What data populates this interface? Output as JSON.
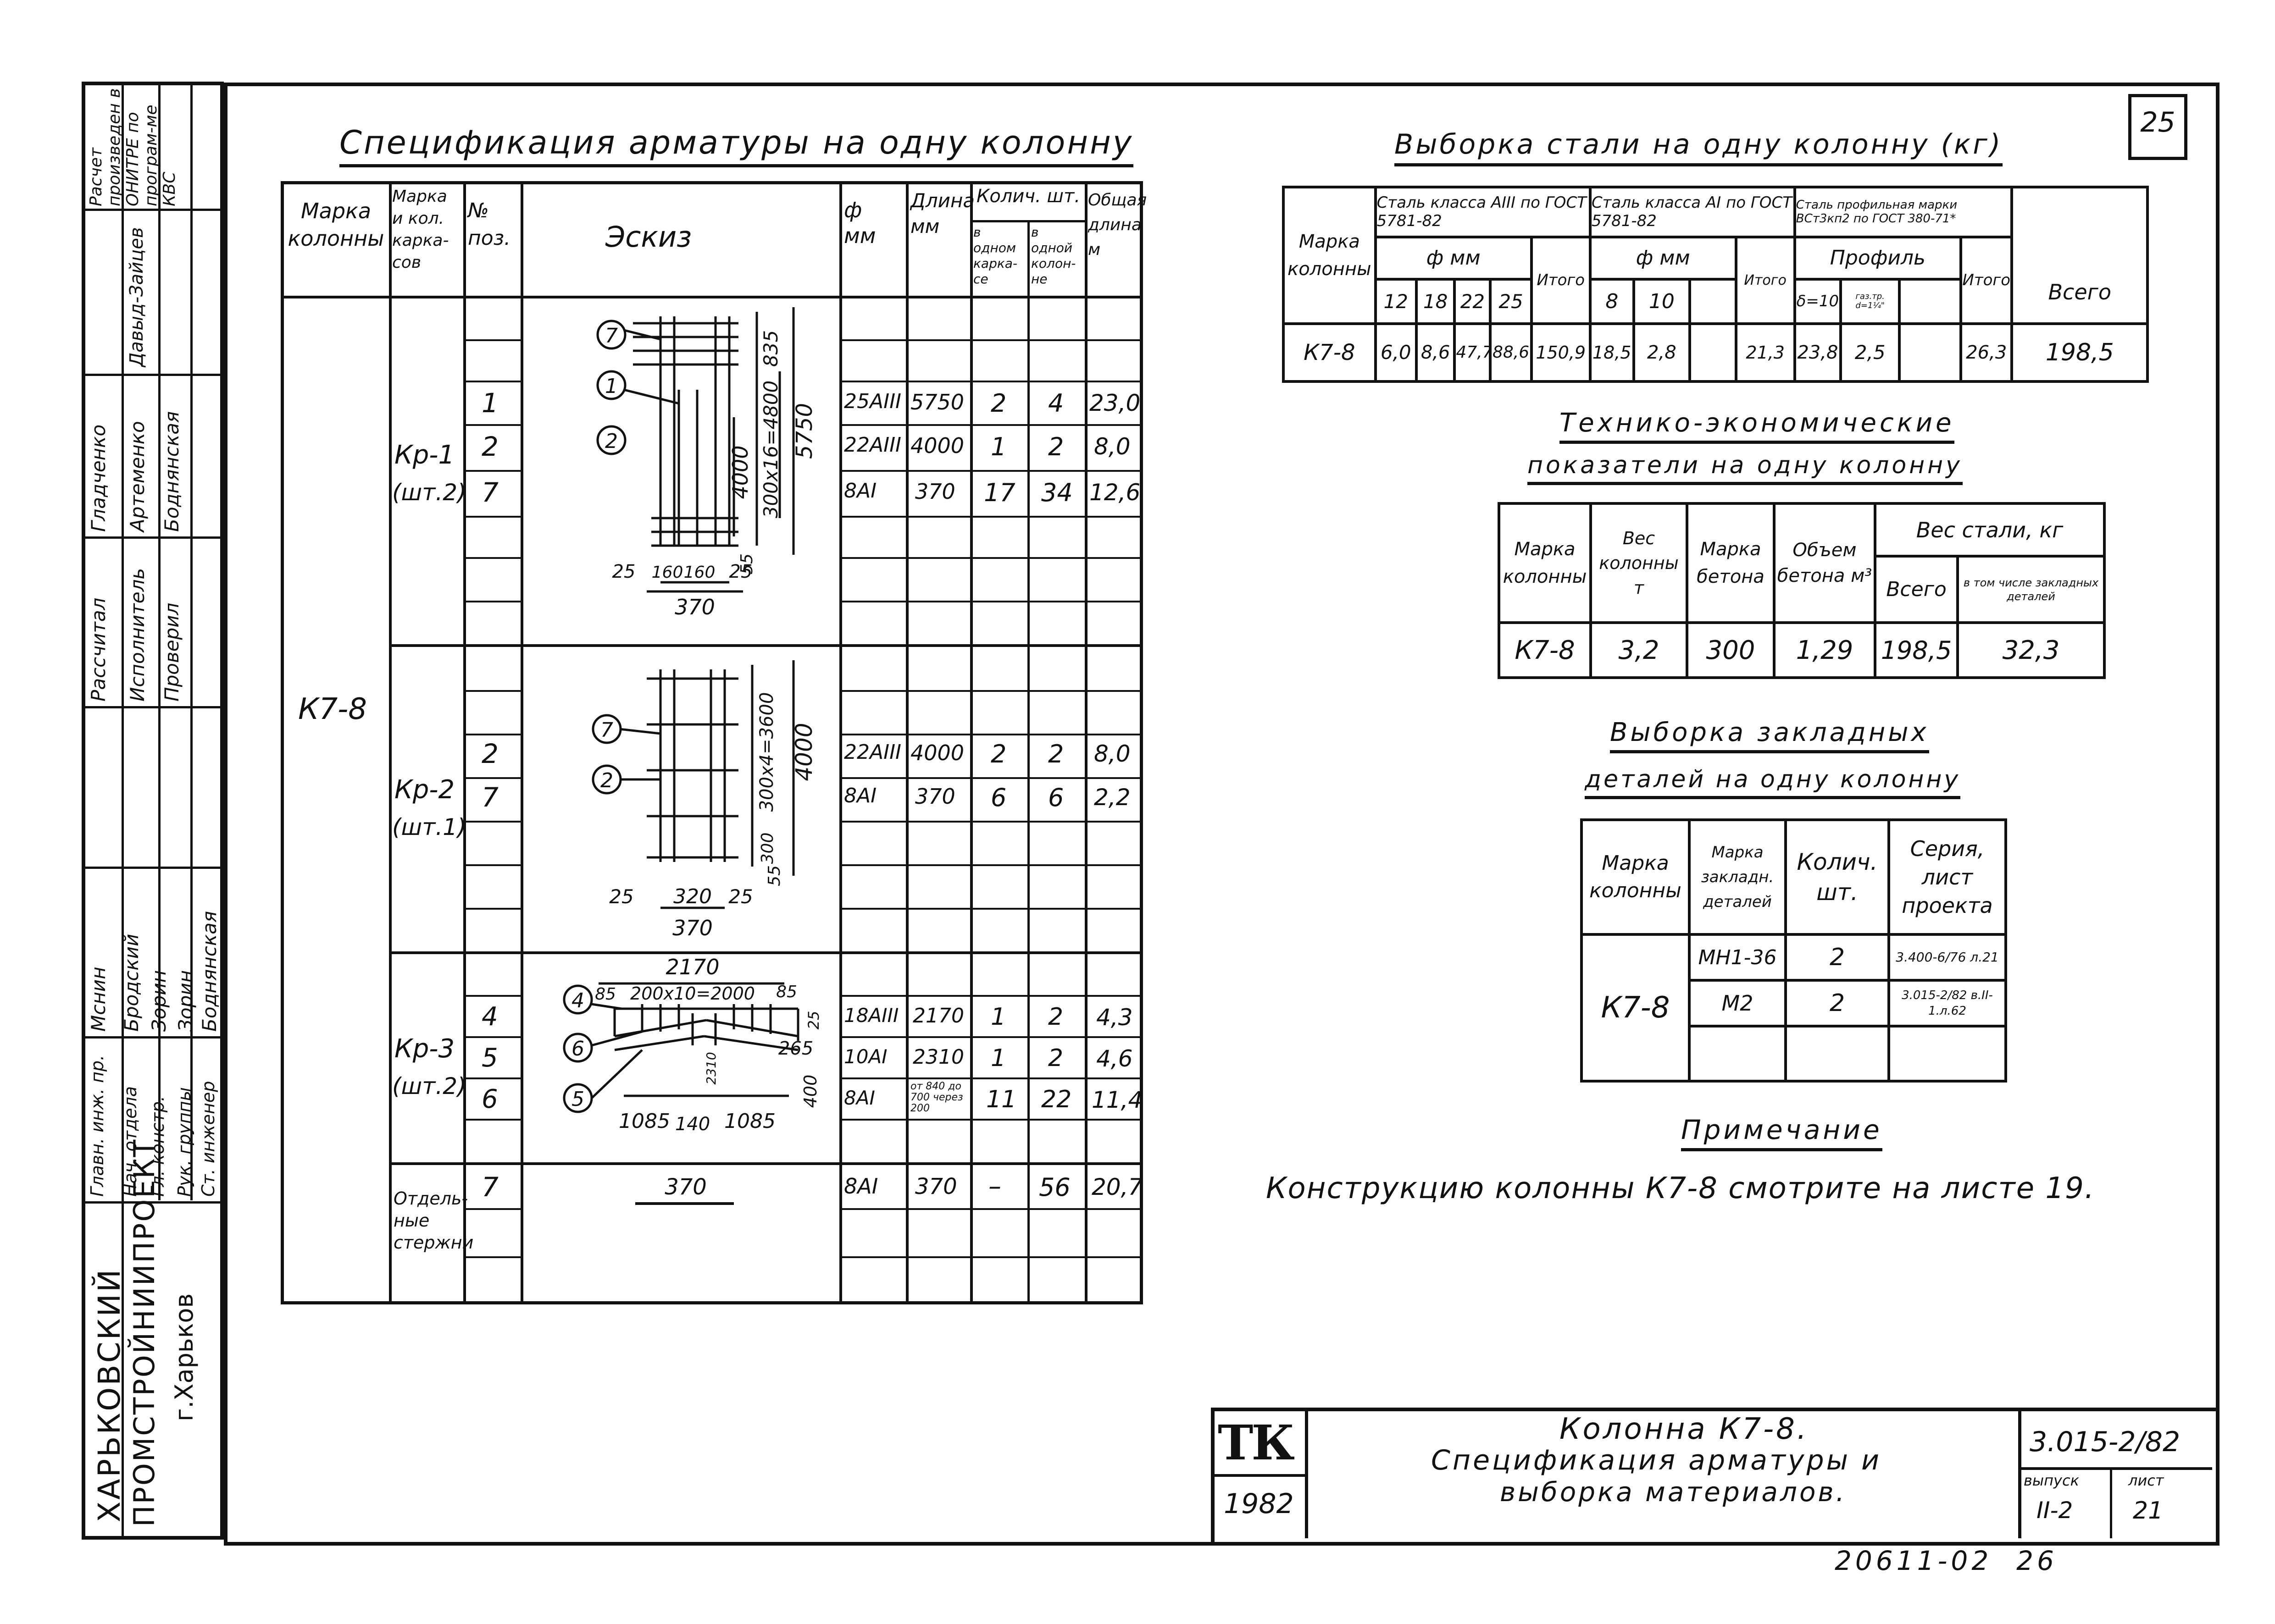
{
  "sheet_number": "25",
  "bottom_code": "20611-02  26",
  "spec": {
    "title": "Спецификация арматуры на одну колонну",
    "headers": {
      "marka_kolonny": "Марка колонны",
      "marka_karkasov": "Марка и кол. карка-сов",
      "pos": "№ поз.",
      "eskiz": "Эскиз",
      "diam": "ф мм",
      "length": "Длина мм",
      "qty": "Колич. шт.",
      "qty_frame": "в одном карка-се",
      "qty_col": "в одной колон-не",
      "total_len": "Общая длина м"
    },
    "column_mark": "К7-8",
    "groups": [
      {
        "mark": "Кр-1",
        "count": "(шт.2)",
        "rows": [
          {
            "pos": "1",
            "diam": "25АIII",
            "len": "5750",
            "qf": "2",
            "qc": "4",
            "tot": "23,0"
          },
          {
            "pos": "2",
            "diam": "22АIII",
            "len": "4000",
            "qf": "1",
            "qc": "2",
            "tot": "8,0"
          },
          {
            "pos": "7",
            "diam": "8АI",
            "len": "370",
            "qf": "17",
            "qc": "34",
            "tot": "12,6"
          }
        ]
      },
      {
        "mark": "Кр-2",
        "count": "(шт.1)",
        "rows": [
          {
            "pos": "2",
            "diam": "22АIII",
            "len": "4000",
            "qf": "2",
            "qc": "2",
            "tot": "8,0"
          },
          {
            "pos": "7",
            "diam": "8АI",
            "len": "370",
            "qf": "6",
            "qc": "6",
            "tot": "2,2"
          }
        ]
      },
      {
        "mark": "Кр-3",
        "count": "(шт.2)",
        "rows": [
          {
            "pos": "4",
            "diam": "18АIII",
            "len": "2170",
            "qf": "1",
            "qc": "2",
            "tot": "4,3"
          },
          {
            "pos": "5",
            "diam": "10АI",
            "len": "2310",
            "qf": "1",
            "qc": "2",
            "tot": "4,6"
          },
          {
            "pos": "6",
            "diam": "8АI",
            "len": "от 840 до 700 через 200",
            "qf": "11",
            "qc": "22",
            "tot": "11,4"
          }
        ]
      },
      {
        "mark": "Отдель-ные стержни",
        "count": "",
        "rows": [
          {
            "pos": "7",
            "diam": "8АI",
            "len": "370",
            "qf": "–",
            "qc": "56",
            "tot": "20,7"
          }
        ]
      }
    ],
    "sketch": {
      "kr1": {
        "dims": [
          "835",
          "300x16=4800",
          "5750",
          "4000",
          "55",
          "25",
          "160",
          "160",
          "25",
          "370"
        ],
        "callouts": [
          "7",
          "1",
          "2"
        ]
      },
      "kr2": {
        "dims": [
          "300x4=3600",
          "4000",
          "300",
          "55",
          "25",
          "320",
          "25",
          "370"
        ],
        "callouts": [
          "7",
          "2"
        ]
      },
      "kr3": {
        "dims": [
          "2170",
          "85",
          "200x10=2000",
          "85",
          "25",
          "265",
          "400",
          "2310",
          "1085",
          "140",
          "1085"
        ],
        "callouts": [
          "4",
          "6",
          "5"
        ]
      },
      "sep": {
        "dims": [
          "370"
        ]
      }
    }
  },
  "steel": {
    "title": "Выборка стали на одну колонну (кг)",
    "h_mark": "Марка колонны",
    "h_a3": "Сталь класса АIII по ГОСТ 5781-82",
    "h_a1": "Сталь класса АI по ГОСТ 5781-82",
    "h_prof": "Сталь профильная марки ВСт3кп2 по ГОСТ 380-71*",
    "h_dmm": "ф мм",
    "h_prof2": "Профиль",
    "h_itogo": "Итого",
    "h_vsego": "Всего",
    "d3": [
      "12",
      "18",
      "22",
      "25"
    ],
    "d1": [
      "8",
      "10"
    ],
    "p": [
      "δ=10",
      "газ.тр. d=1¼\""
    ],
    "row": {
      "mark": "К7-8",
      "v12": "6,0",
      "v18": "8,6",
      "v22": "47,7",
      "v25": "88,6",
      "it1": "150,9",
      "v8": "18,5",
      "v10": "2,8",
      "it2": "21,3",
      "pd": "23,8",
      "pg": "2,5",
      "it3": "26,3",
      "total": "198,5"
    }
  },
  "tep": {
    "title1": "Технико-экономические",
    "title2": "показатели на одну колонну",
    "h_mark": "Марка колонны",
    "h_weight": "Вес колонны т",
    "h_concrete": "Марка бетона",
    "h_volume": "Объем бетона м³",
    "h_steel": "Вес стали, кг",
    "h_all": "Всего",
    "h_emb": "в том числе закладных деталей",
    "row": {
      "mark": "К7-8",
      "weight": "3,2",
      "concrete": "300",
      "volume": "1,29",
      "all": "198,5",
      "emb": "32,3"
    }
  },
  "embedded": {
    "title1": "Выборка закладных",
    "title2": "деталей на одну колонну",
    "h_mark": "Марка колонны",
    "h_emark": "Марка закладн. деталей",
    "h_qty": "Колич. шт.",
    "h_series": "Серия, лист проекта",
    "row_mark": "К7-8",
    "rows": [
      {
        "emark": "МН1-36",
        "qty": "2",
        "series": "3.400-6/76 л.21"
      },
      {
        "emark": "М2",
        "qty": "2",
        "series": "3.015-2/82 в.II-1.л.62"
      }
    ]
  },
  "note": {
    "title": "Примечание",
    "text": "Конструкцию колонны К7-8 смотрите на листе 19."
  },
  "title_block": {
    "tk": "ТК",
    "year": "1982",
    "name1": "Колонна К7-8.",
    "name2": "Спецификация арматуры и",
    "name3": "выборка материалов.",
    "code": "3.015-2/82",
    "h_issue": "выпуск",
    "h_sheet": "лист",
    "issue": "II-2",
    "sheet": "21"
  },
  "stamp": {
    "org1": "ХАРЬКОВСКИЙ",
    "org2": "ПРОМСТРОЙНИИПРОЕКТ",
    "org3": "г.Харьков",
    "roles": [
      "Главн. инж. пр.",
      "Нач. отдела",
      "Гл. констр.",
      "Рук. группы",
      "Ст. инженер"
    ],
    "names": [
      "Мснин",
      "Бродский",
      "Зорин",
      "Зорин",
      "Боднянская"
    ],
    "roles2": [
      "Рассчитал",
      "Исполнитель",
      "Проверил"
    ],
    "names2": [
      "Гладченко",
      "Артеменко",
      "Боднянская"
    ],
    "top1": "Расчет произведен в ОНИТРЕ по програм-ме КВС",
    "top2": "Давыд-Зайцев"
  }
}
